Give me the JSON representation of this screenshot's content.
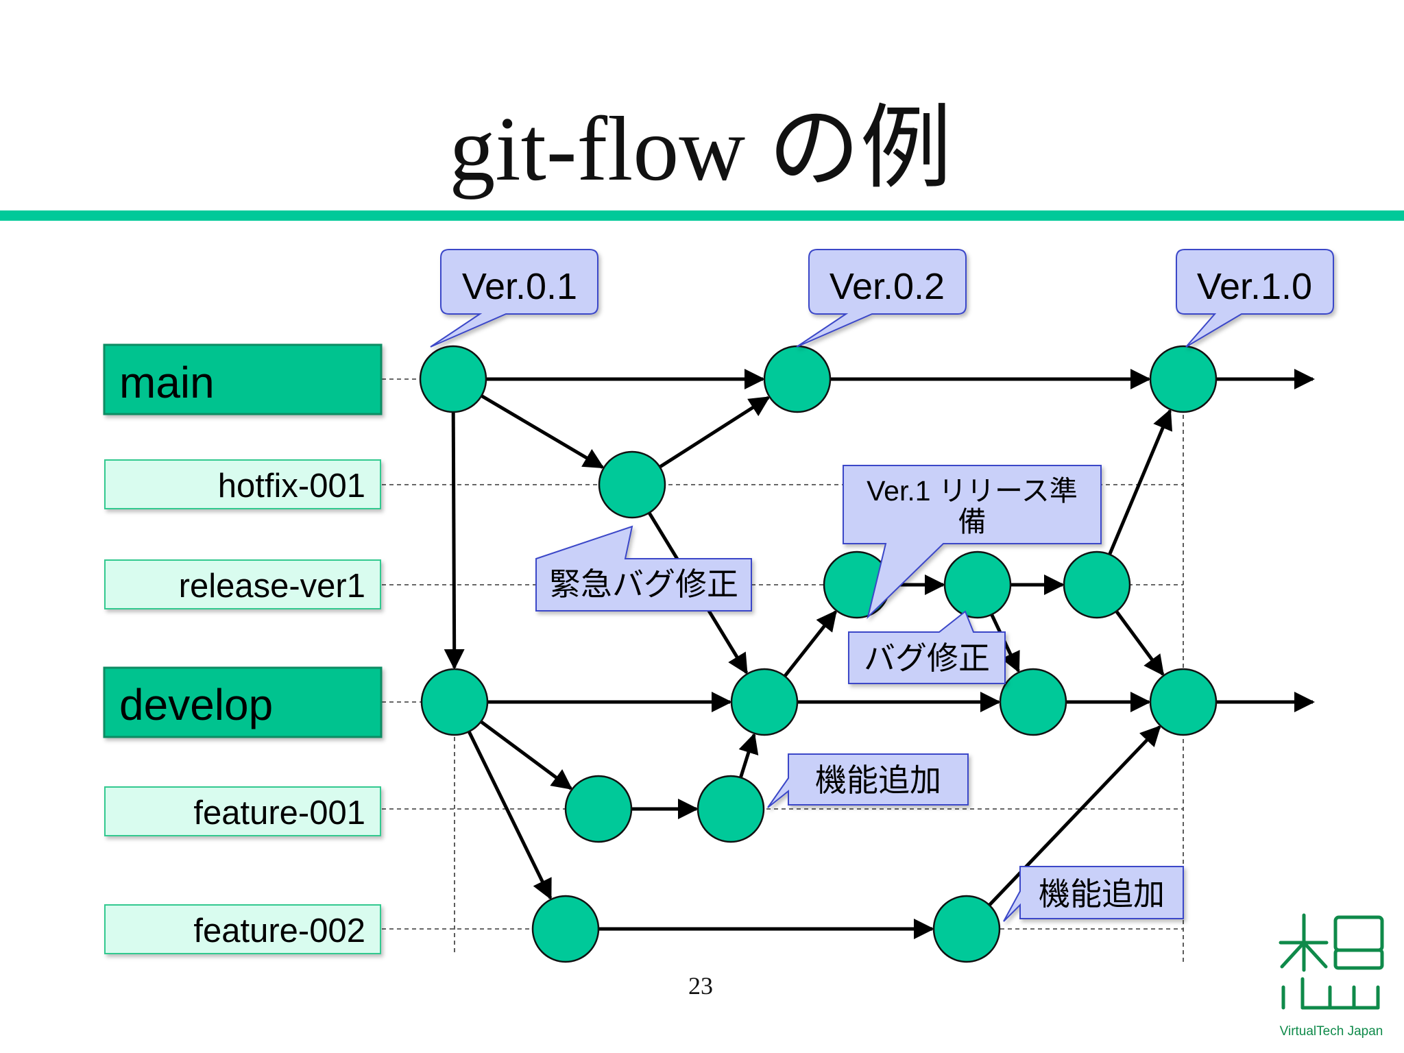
{
  "title": "git-flow の例",
  "page_number": "23",
  "logo_text": "VirtualTech Japan",
  "colors": {
    "accent": "#00c999",
    "node_fill": "#00c999",
    "strong_label_fill": "#00c38f",
    "light_label_fill": "#d9fcef",
    "callout_fill": "#c9d0f9",
    "callout_stroke": "#3a46c8",
    "logo_green": "#0f8a4a"
  },
  "branches": [
    {
      "id": "main",
      "label": "main",
      "style": "strong"
    },
    {
      "id": "hotfix",
      "label": "hotfix-001",
      "style": "light"
    },
    {
      "id": "release",
      "label": "release-ver1",
      "style": "light"
    },
    {
      "id": "develop",
      "label": "develop",
      "style": "strong"
    },
    {
      "id": "feature1",
      "label": "feature-001",
      "style": "light"
    },
    {
      "id": "feature2",
      "label": "feature-002",
      "style": "light"
    }
  ],
  "callouts": {
    "ver01": "Ver.0.1",
    "ver02": "Ver.0.2",
    "ver10": "Ver.1.0",
    "hotfix_note": "緊急バグ修正",
    "release_prep_line1": "Ver.1 リリース準",
    "release_prep_line2": "備",
    "bugfix_note": "バグ修正",
    "feature1_note": "機能追加",
    "feature2_note": "機能追加"
  },
  "commits": [
    {
      "id": "m1",
      "branch": "main"
    },
    {
      "id": "m2",
      "branch": "main"
    },
    {
      "id": "m3",
      "branch": "main"
    },
    {
      "id": "h1",
      "branch": "hotfix"
    },
    {
      "id": "r1",
      "branch": "release"
    },
    {
      "id": "r2",
      "branch": "release"
    },
    {
      "id": "r3",
      "branch": "release"
    },
    {
      "id": "d1",
      "branch": "develop"
    },
    {
      "id": "d2",
      "branch": "develop"
    },
    {
      "id": "d3",
      "branch": "develop"
    },
    {
      "id": "d4",
      "branch": "develop"
    },
    {
      "id": "f1a",
      "branch": "feature1"
    },
    {
      "id": "f1b",
      "branch": "feature1"
    },
    {
      "id": "f2a",
      "branch": "feature2"
    },
    {
      "id": "f2b",
      "branch": "feature2"
    }
  ],
  "edges": [
    [
      "m1",
      "m2"
    ],
    [
      "m2",
      "m3"
    ],
    [
      "m1",
      "h1"
    ],
    [
      "h1",
      "m2"
    ],
    [
      "h1",
      "d2"
    ],
    [
      "m1",
      "d1"
    ],
    [
      "d1",
      "d2"
    ],
    [
      "d2",
      "d3"
    ],
    [
      "d3",
      "d4"
    ],
    [
      "d1",
      "f1a"
    ],
    [
      "f1a",
      "f1b"
    ],
    [
      "f1b",
      "d2"
    ],
    [
      "d1",
      "f2a"
    ],
    [
      "f2a",
      "f2b"
    ],
    [
      "f2b",
      "d4"
    ],
    [
      "d2",
      "r1"
    ],
    [
      "r1",
      "r2"
    ],
    [
      "r2",
      "r3"
    ],
    [
      "r2",
      "d3"
    ],
    [
      "r3",
      "m3"
    ],
    [
      "r3",
      "d4"
    ]
  ]
}
